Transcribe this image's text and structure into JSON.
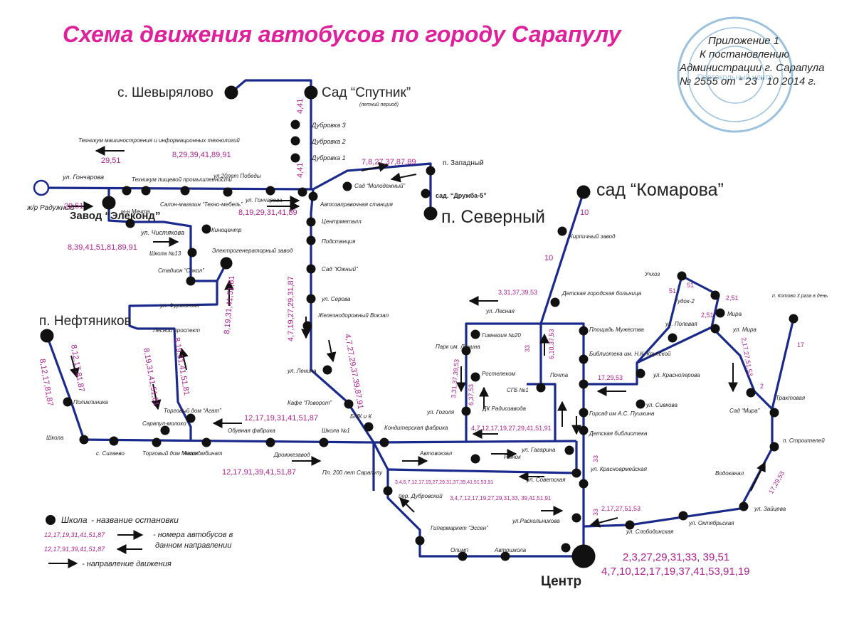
{
  "title": "Схема движения автобусов по городу Сарапулу",
  "appendix": {
    "line1": "Приложение 1",
    "line2": "К постановлению",
    "line3": "Администрации г. Сарапула",
    "number": "№ 2555 от “ 23 ” 10 2014 г.",
    "stamp_text": "Протокольный центр"
  },
  "colors": {
    "route": "#1a2a8c",
    "stop": "#111111",
    "bus_numbers": "#b0208f",
    "title": "#e0209a",
    "text": "#222222"
  },
  "places": {
    "shevyryalovo": "с. Шевырялово",
    "sputnik": "Сад “Спутник”",
    "sputnik_note": "(летний период)",
    "komarova": "сад “Комарова”",
    "severny": "п. Северный",
    "neftyanikov": "п. Нефтяников",
    "elekond": "Завод “Элеконд”",
    "zapadny": "п. Западный",
    "druzhba": "сад. “Дружба-5”",
    "raduzhny": "ж/р Радужный",
    "tsentr": "Центр"
  },
  "stops": {
    "dubrovka3": "Дубровка 3",
    "dubrovka2": "Дубровка 2",
    "dubrovka1": "Дубровка 1",
    "tekhnikum_mash": "Техникум машиностроения и информационных технологий",
    "gonchar1": "ул. Гончарова",
    "tekhnikum_pish": "Техникум пищевой промышленности",
    "pobedy": "ул.20лет Победы",
    "molodezhny": "Сад “Молодежный”",
    "mechta": "м-н Мечта",
    "tekhnomebel": "Салон-магазин “Техно-мебель”",
    "gonchar2": "ул. Гончарова",
    "azs": "Автозаправочная станция",
    "chistyakova": "ул. Чистякова",
    "kinocentr": "Киноцентр",
    "centrmetall": "Центрметалл",
    "shkola13": "Школа №13",
    "elektrogen": "Электрогенераторный завод",
    "podstanciya": "Подстанция",
    "sokol": "Стадион “Сокол”",
    "yuzhny": "Сад “Южный”",
    "furmanova": "ул. Фурманова",
    "serova": "ул. Серова",
    "lesnoy": "Лесной проспект",
    "vokzal": "Железнодорожный Вокзал",
    "lenina": "ул. Ленина",
    "povorot": "Кафе “Поворот”",
    "poliklinika": "Поликлиника",
    "agat1": "Торговый дом “Агат”",
    "saraputmoloko": "Сарапул-молоко",
    "obuvnaya": "Обувная фабрика",
    "shkola": "Школа",
    "sigaevo": "с. Сигаево",
    "agat2": "Торговый дом “Агат”",
    "myasokombinat": "Мясокомбинат",
    "drozhzhi": "Дрожжезавод",
    "shkola1": "Школа №1",
    "bmk": "БМК и К",
    "konditer": "Кондитерская фабрика",
    "pl200": "Пл. 200 лет Сарапулу",
    "avtovokzal": "Автовокзал",
    "dubrovsky": "пер. Дубровский",
    "essen": "Гипермаркет “Эссен”",
    "olimp": "Олимп",
    "avtoshkola": "Автошкола",
    "lesnaya": "ул. Лесная",
    "park_lenina": "Парк им. Ленина",
    "gimnaziya20": "Гимназия №20",
    "rostelekom": "Ростелеком",
    "gogolya": "ул. Гоголя",
    "sgb1": "СГБ №1",
    "dk": "ДК Радиозавода",
    "rynok": "Рынок",
    "gagarina": "ул. Гагарина",
    "sovetskaya": "ул. Советская",
    "krasnoarm": "ул. Красноармейская",
    "raskolnikova": "ул.Раскольникова",
    "detskaya_bol": "Детская городская больница",
    "pl_muzhestva": "Площадь Мужества",
    "biblioteka": "Библиотека им. Н.К. Крупской",
    "pochta": "Почта",
    "sivkova": "ул. Сивкова",
    "gorsad": "Горсад им А.С. Пушкина",
    "det_bibl": "Детская библиотека",
    "kirpich": "Кирпичный завод",
    "uchkhoz": "Учхоз",
    "gudok2": "Гудок-2",
    "mira": "Мира",
    "ul_mira": "ул. Мира",
    "poleva": "ул. Полевая",
    "krasnoperova": "ул. Красноперова",
    "sad_mira": "Сад “Мира”",
    "traktovaya": "Трактовая",
    "kotovo": "п. Котово 3 раза в день",
    "stroiteley": "п. Строителей",
    "vodokanal": "Водоканал",
    "zaytseva": "ул. Зайцева",
    "oktyabrskaya": "ул. Октябрьская",
    "slobodinskaya": "ул. Слободинская"
  },
  "routes": {
    "r_441a": "4,41",
    "r_441b": "4,41",
    "r_2951": "29,51",
    "r_8293941": "8,29,39,41,89,91",
    "r_78": "7,8,27,37,87,89",
    "r_2951b": "29,51",
    "r_819": "8,19,29,31,41,89",
    "r_839": "8,39,41,51,81,89,91",
    "r_81941": "8,19,31,41,51,81",
    "r_47192": "4,7,19,27,29,31,87",
    "r_4727": "4,7,27,29,37,39,87,91",
    "r_812a": "8,12,17,81,87",
    "r_812b": "8,12,17,81,87",
    "r_81931a": "8,19,31,41,51,81",
    "r_81931b": "8,19,31,41,51,81",
    "r_121719": "12,17,19,31,41,51,87",
    "r_121791": "12,17,91,39,41,51,87",
    "r_10a": "10",
    "r_10b": "10",
    "r_3313": "3,31,37,39,53",
    "r_33139": "3,31,37,39,53",
    "r_33a": "33",
    "r_6103": "6,10,37,53",
    "r_63753": "6,37,53",
    "r_47121": "4,7,12,17,19,27,29,41,51,91",
    "r_3467": "3,4,6,7,12,17,19,27,29,31,37,39,41,51,53,91",
    "r_3471": "3,4,7,12,17,19,27,29,31,33, 39,41,51,91",
    "r_1729": "17,29,53",
    "r_33b": "33",
    "r_33c": "33",
    "r_217": "2,17,27,51,53",
    "r_51a": "51",
    "r_51b": "51",
    "r_251a": "2,51",
    "r_251b": "2,51",
    "r_2172": "2,17,27,51,53",
    "r_2": "2",
    "r_17": "17",
    "r_1729b": "17,29,53",
    "center_a": "2,3,27,29,31,33, 39,51",
    "center_b": "4,7,10,12,17,19,37,41,53,91,19"
  },
  "legend": {
    "stop_label": "Школа",
    "stop_desc": "- название остановки",
    "nums_a": "12,17,19,31,41,51,87",
    "nums_b": "12,17,91,39,41,51,87",
    "nums_desc1": "- номера автобусов в",
    "nums_desc2": "данном направлении",
    "dir_desc": "- направление движения"
  }
}
